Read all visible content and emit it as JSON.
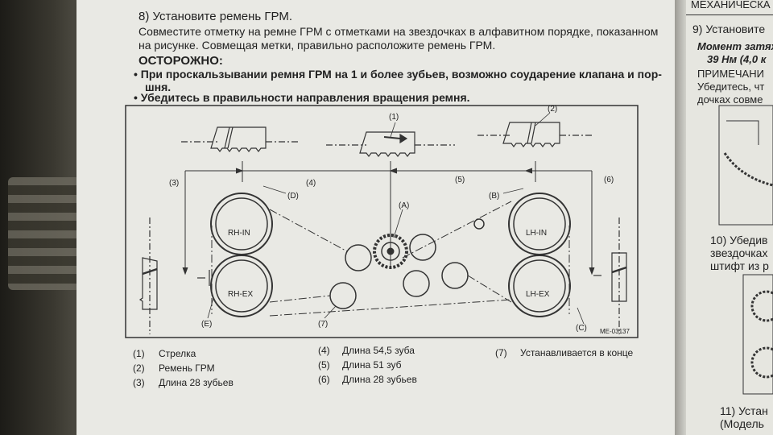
{
  "step8": {
    "title": "8) Установите ремень ГРМ.",
    "text_line1": "Совместите отметку на ремне ГРМ с отметками на звездочках в алфавитном порядке, показанном",
    "text_line2": "на рисунке. Совмещая метки, правильно расположите ремень ГРМ."
  },
  "warning": {
    "heading": "ОСТОРОЖНО:",
    "item1_line1": "• При проскальзывании ремня ГРМ на 1 и более зубьев, возможно соударение клапана и пор-",
    "item1_line2": "шня.",
    "item2": "• Убедитесь в правильности направления вращения ремня."
  },
  "diagram": {
    "code": "ME-03137",
    "sprockets": {
      "rh_in": "RH-IN",
      "rh_ex": "RH-EX",
      "lh_in": "LH-IN",
      "lh_ex": "LH-EX"
    },
    "callouts": {
      "n1": "(1)",
      "n2": "(2)",
      "n3": "(3)",
      "n4": "(4)",
      "n5": "(5)",
      "n6": "(6)",
      "n7": "(7)",
      "a": "(A)",
      "b": "(B)",
      "c": "(C)",
      "d": "(D)",
      "e": "(E)"
    }
  },
  "legend": [
    {
      "num": "(1)",
      "text": "Стрелка"
    },
    {
      "num": "(2)",
      "text": "Ремень ГРМ"
    },
    {
      "num": "(3)",
      "text": "Длина 28 зубьев"
    },
    {
      "num": "(4)",
      "text": "Длина 54,5 зуба"
    },
    {
      "num": "(5)",
      "text": "Длина 51 зуб"
    },
    {
      "num": "(6)",
      "text": "Длина 28 зубьев"
    },
    {
      "num": "(7)",
      "text": "Устанавливается в конце"
    }
  ],
  "right_page": {
    "header": "МЕХАНИЧЕСКА",
    "step9": "9) Установите",
    "torque1": "Момент затяж",
    "torque2": "39 Нм (4,0 к",
    "note1": "ПРИМЕЧАНИ",
    "note2": "Убедитесь, чт",
    "note3": "дочках совме",
    "step10_1": "10) Убедив",
    "step10_2": "звездочках",
    "step10_3": "штифт из р",
    "step11_1": "11) Устан",
    "step11_2": "(Модель"
  }
}
